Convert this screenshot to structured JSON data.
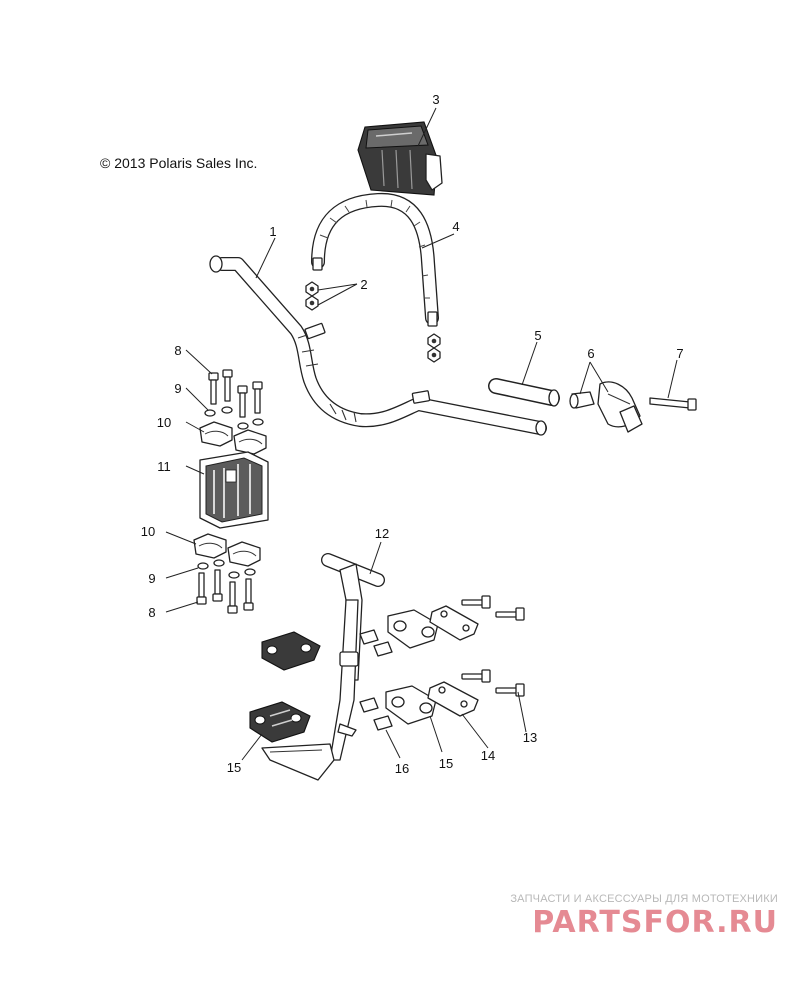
{
  "copyright": "© 2013 Polaris Sales Inc.",
  "watermark": {
    "tagline": "ЗАПЧАСТИ И АКСЕССУАРЫ ДЛЯ МОТОТЕХНИКИ",
    "logo": "PARTSFOR.RU",
    "logo_color": "#e58a93",
    "tagline_color": "#b8b8b8"
  },
  "callouts": [
    "1",
    "2",
    "3",
    "4",
    "5",
    "6",
    "7",
    "8",
    "9",
    "10",
    "11",
    "10",
    "9",
    "8",
    "12",
    "13",
    "14",
    "15",
    "15",
    "16"
  ]
}
